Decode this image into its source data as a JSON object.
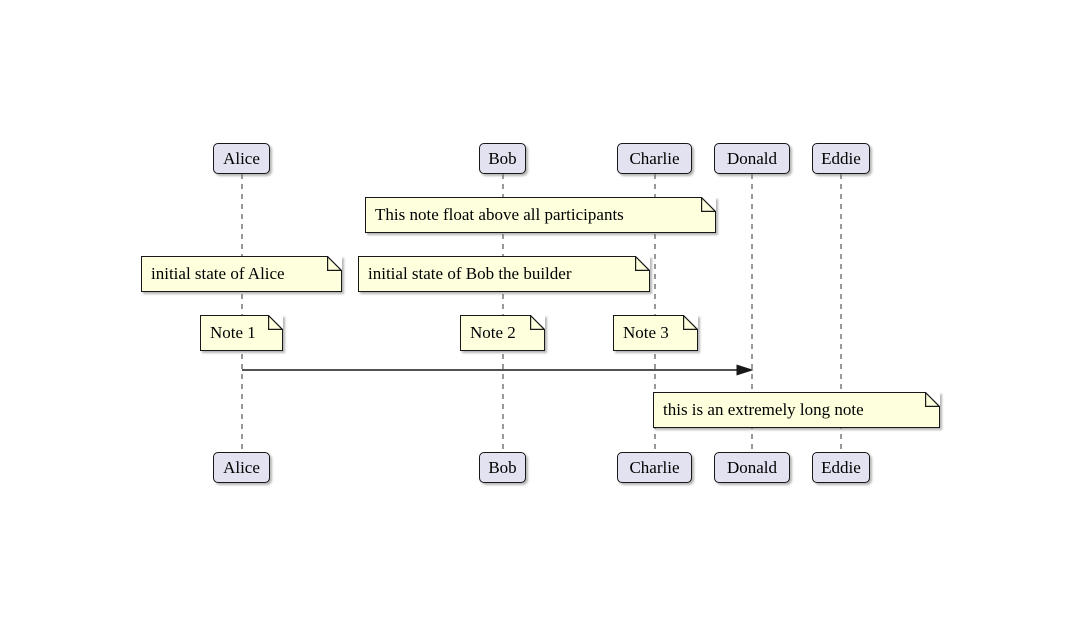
{
  "diagram_type": "sequence-diagram",
  "participants": [
    {
      "name": "Alice"
    },
    {
      "name": "Bob"
    },
    {
      "name": "Charlie"
    },
    {
      "name": "Donald"
    },
    {
      "name": "Eddie"
    }
  ],
  "notes": [
    {
      "text": "This note float above all participants"
    },
    {
      "text": "initial state of Alice"
    },
    {
      "text": "initial state of Bob the builder"
    },
    {
      "text": "Note 1"
    },
    {
      "text": "Note 2"
    },
    {
      "text": "Note 3"
    },
    {
      "text": "this is an extremely long note"
    }
  ],
  "messages": [
    {
      "from": "Alice",
      "to": "Donald",
      "label": ""
    }
  ],
  "colors": {
    "participant_fill": "#E2E2F0",
    "note_fill": "#FEFFDD",
    "border_color": "#181818",
    "lifeline_color": "#999999",
    "arrow_color": "#181818",
    "text_color": "#000000",
    "canvas_bg": "#FFFFFF"
  }
}
